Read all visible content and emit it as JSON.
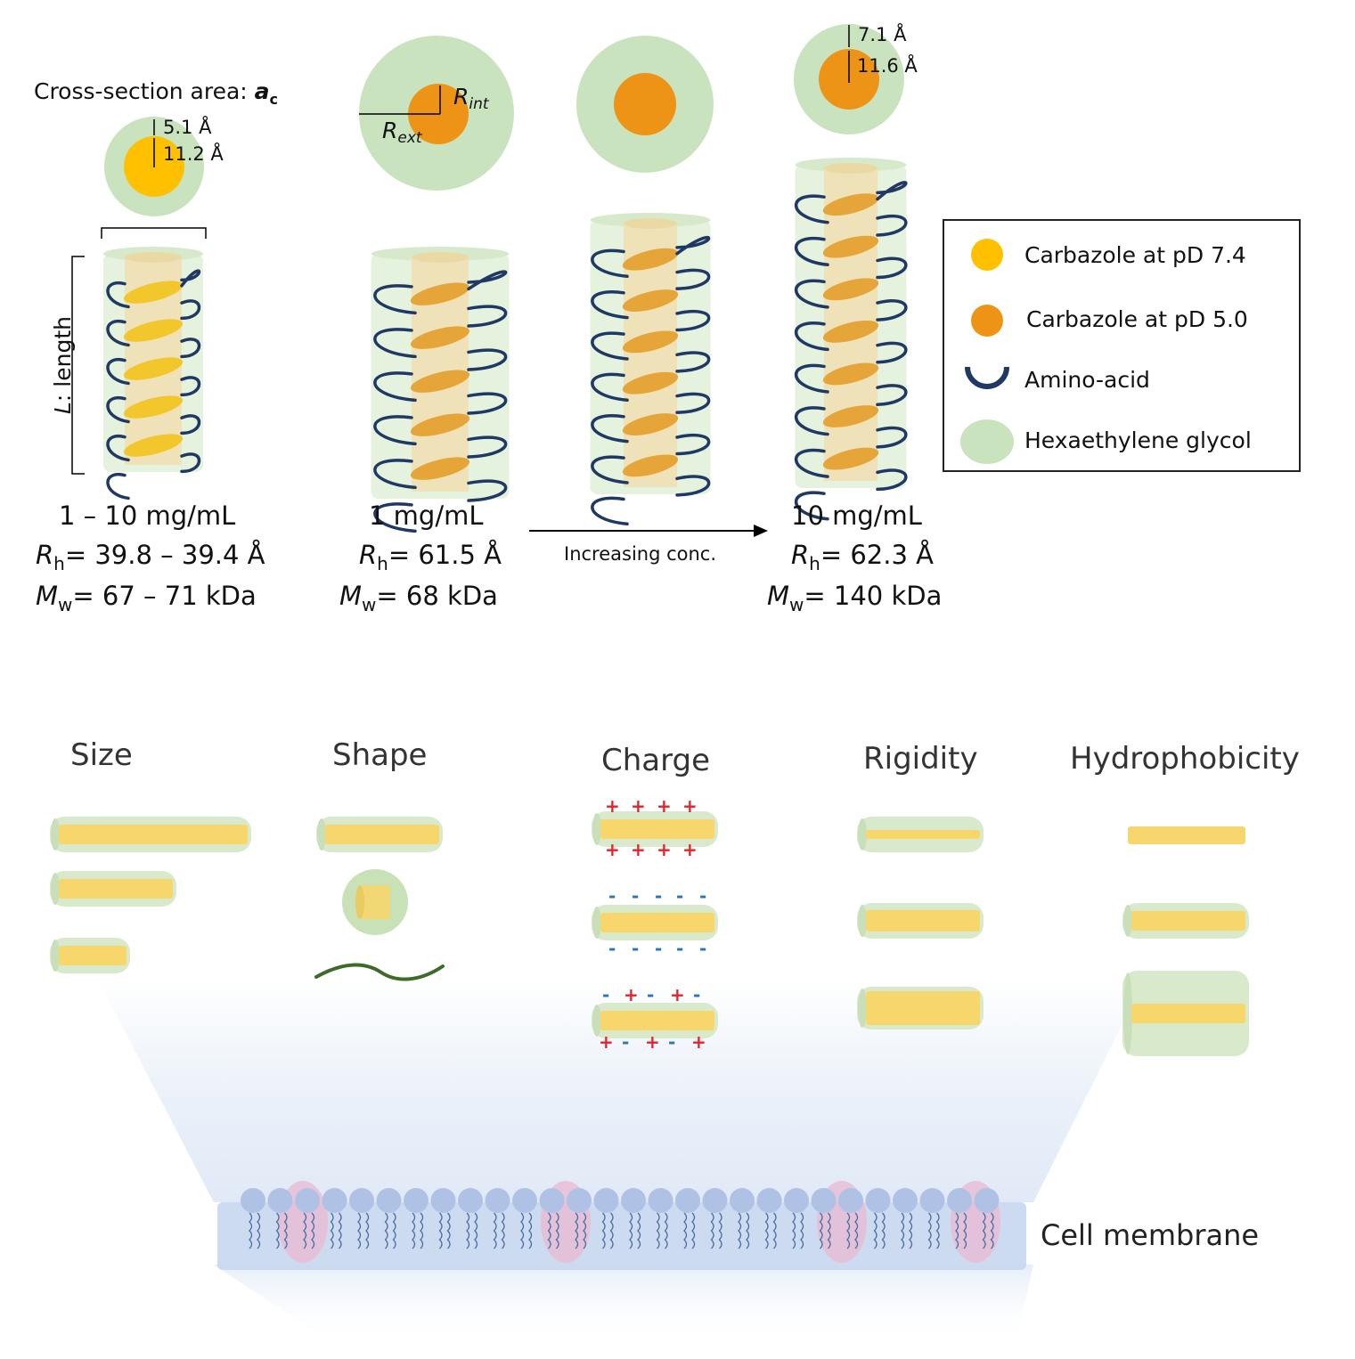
{
  "top": {
    "cross_section_label": "Cross-section area:",
    "cross_section_symbol": "a",
    "cross_section_sub": "c",
    "length_label_symbol": "L",
    "length_label_text": ": length",
    "dim1_outer": "5.1 Å",
    "dim1_inner": "11.2 Å",
    "dim4_outer": "7.1 Å",
    "dim4_inner": "11.6 Å",
    "r_int": "R",
    "r_int_sub": "int",
    "r_ext": "R",
    "r_ext_sub": "ext",
    "arrow_label": "Increasing conc.",
    "col1": {
      "conc": "1 – 10 mg/mL",
      "rh": "= 39.8 – 39.4 Å",
      "mw": "= 67 – 71 kDa"
    },
    "col2": {
      "conc": "1 mg/mL",
      "rh": "= 61.5 Å",
      "mw": "= 68 kDa"
    },
    "col4": {
      "conc": "10 mg/mL",
      "rh": "= 62.3 Å",
      "mw": "= 140 kDa"
    },
    "rh_symbol": "R",
    "rh_sub": "h",
    "mw_symbol": "M",
    "mw_sub": "w"
  },
  "legend": {
    "items": [
      {
        "label": "Carbazole at pD 7.4",
        "color": "#FFC000"
      },
      {
        "label": "Carbazole at pD 5.0",
        "color": "#ED9417"
      },
      {
        "label": "Amino-acid",
        "color": "#1F3864"
      },
      {
        "label": "Hexaethylene glycol",
        "color": "#C9E3BE"
      }
    ]
  },
  "bottom": {
    "properties": [
      "Size",
      "Shape",
      "Charge",
      "Rigidity",
      "Hydrophobicity"
    ],
    "membrane_label": "Cell membrane",
    "plus": "+",
    "minus": "-"
  },
  "colors": {
    "yellow_core": "#F7D66B",
    "green_shell": "#D8EACB",
    "orange": "#ED9417",
    "yellow": "#FFC000",
    "amino": "#1F3864",
    "plus_red": "#E8202A",
    "minus_blue": "#2E75B6"
  }
}
